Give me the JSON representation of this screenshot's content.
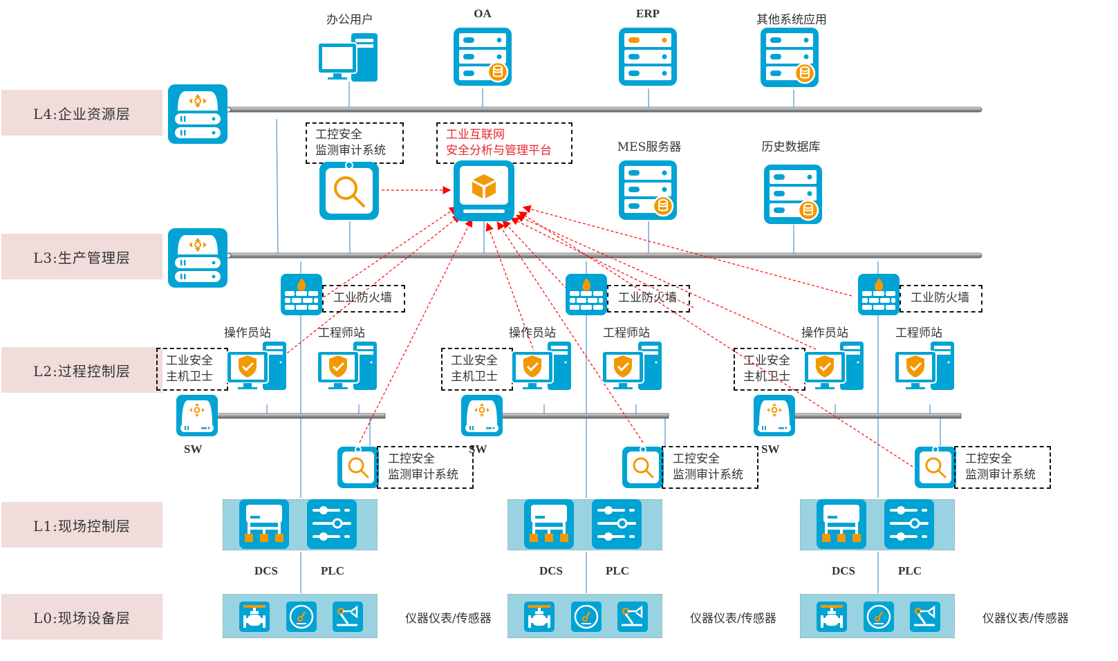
{
  "layers": [
    {
      "id": "L4",
      "label": "L4:企业资源层"
    },
    {
      "id": "L3",
      "label": "L3:生产管理层"
    },
    {
      "id": "L2",
      "label": "L2:过程控制层"
    },
    {
      "id": "L1",
      "label": "L1:现场控制层"
    },
    {
      "id": "L0",
      "label": "L0:现场设备层"
    }
  ],
  "enterprise": {
    "office_users": "办公用户",
    "oa": "OA",
    "erp": "ERP",
    "other_apps": "其他系统应用"
  },
  "management": {
    "audit_system": "工控安全\n监测审计系统",
    "audit_line1": "工控安全",
    "audit_line2": "监测审计系统",
    "platform_line1": "工业互联网",
    "platform_line2": "安全分析与管理平台",
    "mes_server": "MES服务器",
    "history_db": "历史数据库"
  },
  "zones": [
    {
      "firewall": "工业防火墙",
      "operator_station": "操作员站",
      "engineer_station": "工程师站",
      "host_guard_line1": "工业安全",
      "host_guard_line2": "主机卫士",
      "switch": "SW",
      "audit_line1": "工控安全",
      "audit_line2": "监测审计系统",
      "dcs": "DCS",
      "plc": "PLC",
      "instruments": "仪器仪表/传感器"
    },
    {
      "firewall": "工业防火墙",
      "operator_station": "操作员站",
      "engineer_station": "工程师站",
      "host_guard_line1": "工业安全",
      "host_guard_line2": "主机卫士",
      "switch": "SW",
      "audit_line1": "工控安全",
      "audit_line2": "监测审计系统",
      "dcs": "DCS",
      "plc": "PLC",
      "instruments": "仪器仪表/传感器"
    },
    {
      "firewall": "工业防火墙",
      "operator_station": "操作员站",
      "engineer_station": "工程师站",
      "host_guard_line1": "工业安全",
      "host_guard_line2": "主机卫士",
      "switch": "SW",
      "audit_line1": "工控安全",
      "audit_line2": "监测审计系统",
      "dcs": "DCS",
      "plc": "PLC",
      "instruments": "仪器仪表/传感器"
    }
  ],
  "colors": {
    "icon_blue": "#00a3d3",
    "accent_orange": "#f39800",
    "layer_bg": "#f0dcdb",
    "field_box_bg": "#99d3e2",
    "flow_red": "#e8262a",
    "platform_text": "#e8262a",
    "link_blue": "#5b9bd5"
  }
}
